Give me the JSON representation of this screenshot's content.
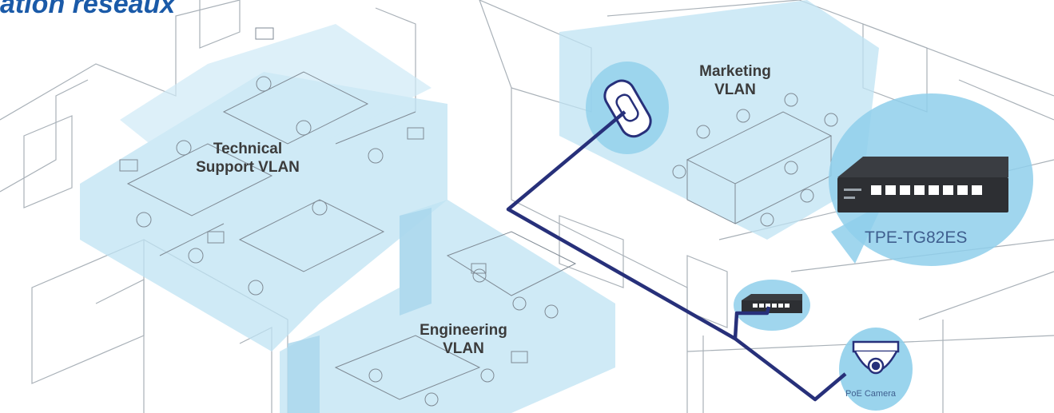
{
  "heading": "ation réseaux",
  "zones": {
    "technical_support": {
      "line1": "Technical",
      "line2": "Support VLAN"
    },
    "marketing": {
      "line1": "Marketing",
      "line2": "VLAN"
    },
    "engineering": {
      "line1": "Engineering",
      "line2": "VLAN"
    }
  },
  "devices": {
    "switch_model": "TPE-TG82ES",
    "camera_label": "PoE Camera"
  },
  "colors": {
    "zone_fill": "#bfe3f3",
    "highlight": "#8fcfeb",
    "cable": "#27307a",
    "heading": "#1a5aa8",
    "line_art": "#9aa3ab"
  }
}
